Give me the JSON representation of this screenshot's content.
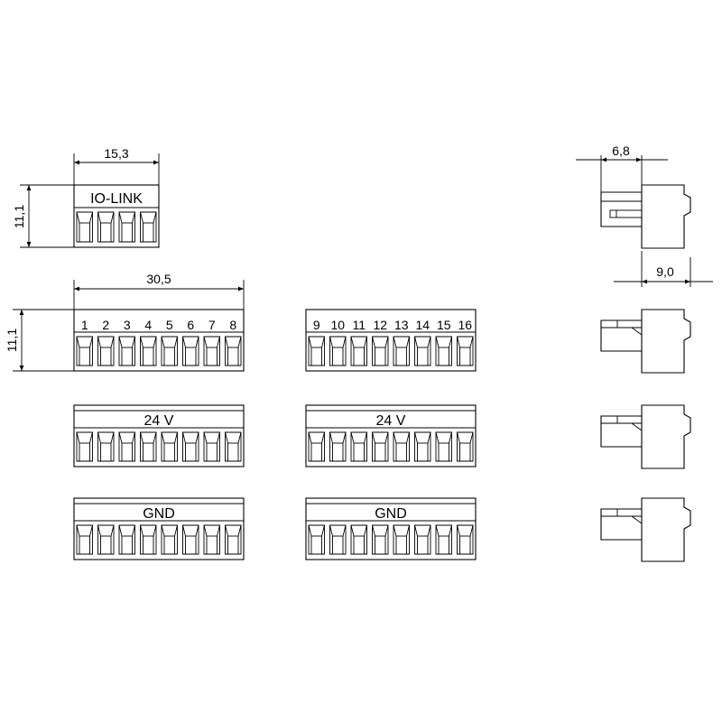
{
  "dimensions": {
    "small_width": "15,3",
    "small_height": "11,1",
    "large_width": "30,5",
    "large_height": "11,1",
    "side_top": "6,8",
    "side_bottom": "9,0"
  },
  "connectors": {
    "iolink": {
      "label": "IO-LINK"
    },
    "pins_left": [
      "1",
      "2",
      "3",
      "4",
      "5",
      "6",
      "7",
      "8"
    ],
    "pins_right": [
      "9",
      "10",
      "11",
      "12",
      "13",
      "14",
      "15",
      "16"
    ],
    "v24_left": {
      "label": "24 V"
    },
    "v24_right": {
      "label": "24 V"
    },
    "gnd_left": {
      "label": "GND"
    },
    "gnd_right": {
      "label": "GND"
    }
  }
}
